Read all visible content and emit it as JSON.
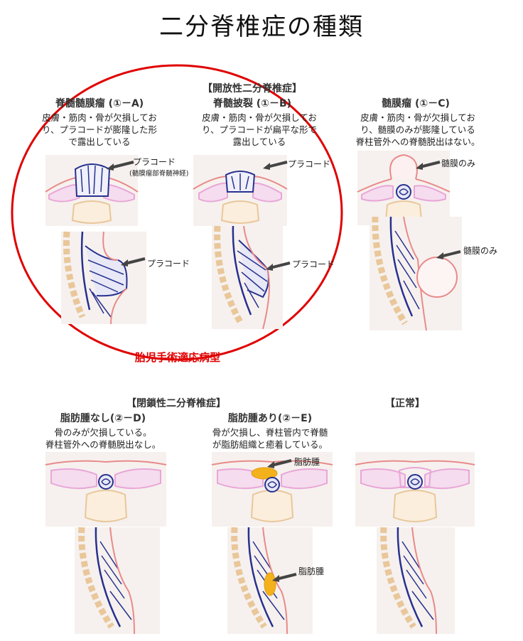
{
  "title": "二分脊椎症の種類",
  "open_group": "【開放性二分脊椎症】",
  "closed_group": "【閉鎖性二分脊椎症】",
  "normal_group": "【正常】",
  "fetal_surgery_label": "胎児手術適応病型",
  "panels": {
    "a": {
      "heading": "脊髄髄膜瘤 (①－A)",
      "desc": [
        "皮膚・筋肉・骨が欠損してお",
        "り、プラコードが膨隆した形",
        "で露出している"
      ],
      "label_top": "プラコード",
      "label_top_sub": "(髄膜瘤部脊髄神経)",
      "label_side": "プラコード"
    },
    "b": {
      "heading": "脊髄披裂 (①－B)",
      "desc": [
        "皮膚・筋肉・骨が欠損してお",
        "り、プラコードが扁平な形で",
        "露出している"
      ],
      "label_top": "プラコード",
      "label_side": "プラコード"
    },
    "c": {
      "heading": "髄膜瘤 (①－C)",
      "desc": [
        "皮膚・筋肉・骨が欠損してお",
        "り、髄膜のみが膨隆している",
        "脊柱管外への脊髄脱出はない。"
      ],
      "label_top": "髄膜のみ",
      "label_side": "髄膜のみ"
    },
    "d": {
      "heading": "脂肪腫なし(②－D)",
      "desc": [
        "骨のみが欠損している。",
        "脊柱管外への脊髄脱出なし。"
      ]
    },
    "e": {
      "heading": "脂肪腫あり(②－E)",
      "desc": [
        "骨が欠損し、脊柱管内で脊髄",
        "が脂肪組織と癒着している。"
      ],
      "label_top": "脂肪腫",
      "label_side": "脂肪腫"
    }
  },
  "colors": {
    "highlight_ring": "#e00000",
    "skin": "#e98a8a",
    "muscle": "#e8a6d8",
    "bone": "#e9c79a",
    "nerve": "#27318f",
    "fat": "#f3b21c"
  }
}
